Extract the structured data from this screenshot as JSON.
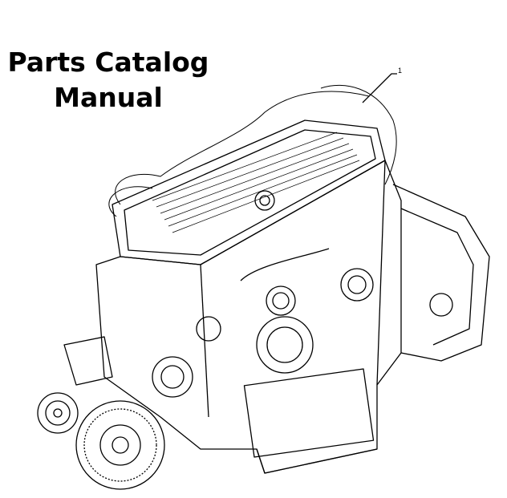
{
  "cover": {
    "title_line1": "Parts Catalog",
    "title_line2": "Manual"
  },
  "illustration": {
    "subject": "engine-assembly",
    "callout_number": "1",
    "line_color": "#000000",
    "background": "#ffffff"
  }
}
